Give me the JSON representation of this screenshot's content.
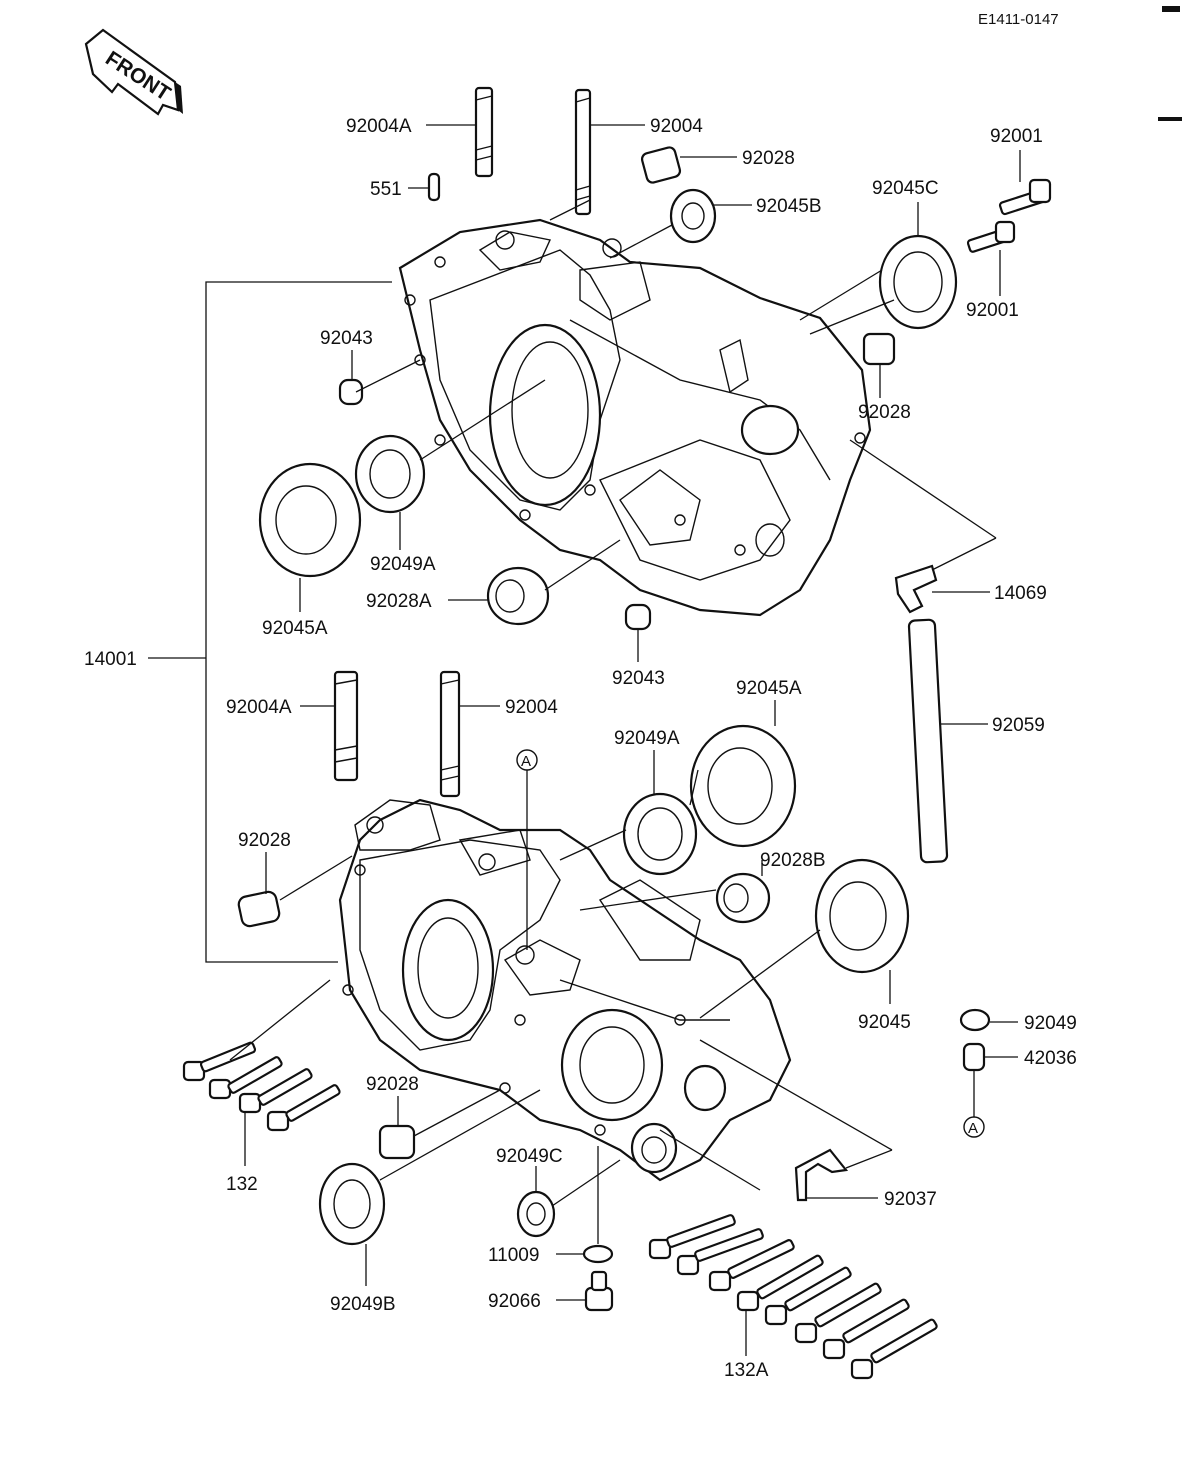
{
  "doc_code": "E1411-0147",
  "front_label": "FRONT",
  "circle_ref": "A",
  "labels": {
    "p92004A_top": "92004A",
    "p92004_top": "92004",
    "p92028_top": "92028",
    "p551": "551",
    "p92045B": "92045B",
    "p92001_top": "92001",
    "p92045C": "92045C",
    "p92001_mid": "92001",
    "p92043_top": "92043",
    "p92028_right": "92028",
    "p92049A_top": "92049A",
    "p92045A_top": "92045A",
    "p92028A": "92028A",
    "p14069": "14069",
    "p14001": "14001",
    "p92043_bot": "92043",
    "p92059": "92059",
    "p92004A_bot": "92004A",
    "p92004_bot": "92004",
    "p92045A_bot": "92045A",
    "p92049A_bot": "92049A",
    "p92028_left": "92028",
    "p92028B": "92028B",
    "p92045": "92045",
    "p92049": "92049",
    "p42036": "42036",
    "p92028_low": "92028",
    "p132": "132",
    "p92049C": "92049C",
    "p92037": "92037",
    "p11009": "11009",
    "p92066": "92066",
    "p92049B": "92049B",
    "p132A": "132A"
  }
}
